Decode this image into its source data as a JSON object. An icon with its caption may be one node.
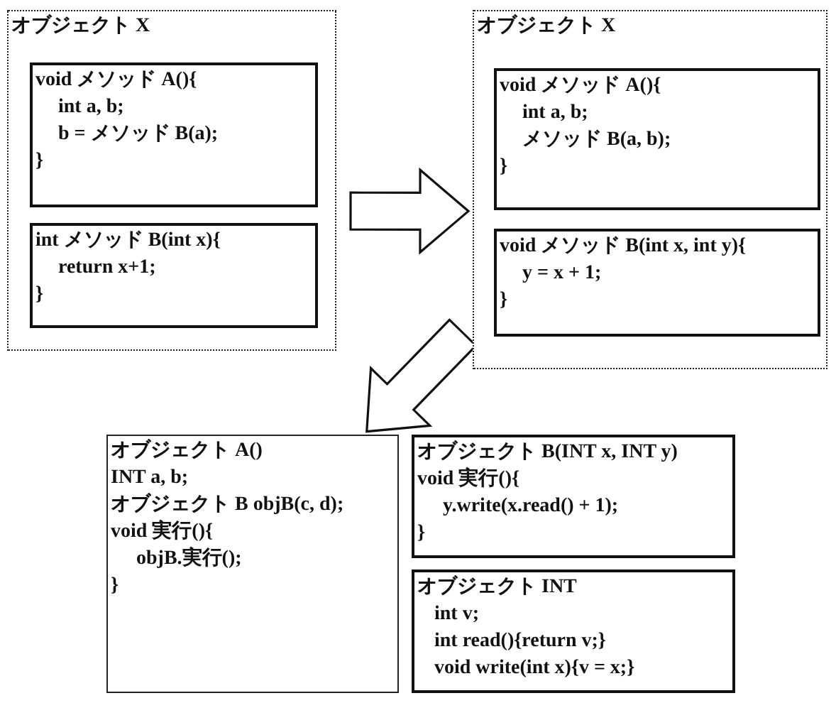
{
  "diagram": {
    "nodes": [
      {
        "text": [
          "オブジェクト X"
        ]
      },
      {
        "text": [
          "void メソッド A(){",
          "int a, b;",
          "b = メソッド B(a);",
          "}"
        ],
        "in": 0
      },
      {
        "text": [
          "int メソッド B(int x){",
          "return x+1;",
          "}"
        ],
        "in": 0
      },
      {
        "text": [
          "オブジェクト X"
        ]
      },
      {
        "text": [
          "void メソッド A(){",
          "int a, b;",
          "メソッド B(a, b);",
          "}"
        ],
        "in": 3
      },
      {
        "text": [
          "void メソッド B(int x, int y){",
          "y = x + 1;",
          "}"
        ],
        "in": 3
      },
      {
        "text": [
          "オブジェクト A()",
          "INT a, b;",
          "オブジェクト B objB(c, d);",
          "void 実行(){",
          "objB.実行();",
          "}"
        ]
      },
      {
        "text": [
          "オブジェクト B(INT x, INT y)",
          "void 実行(){",
          "y.write(x.read() + 1);",
          "}"
        ]
      },
      {
        "text": [
          "オブジェクト INT",
          "int v;",
          "int read(){return v;}",
          "void write(int x){v = x;}"
        ]
      }
    ],
    "edges": [
      {
        "from": 0,
        "to": 3,
        "arrow": "to"
      },
      {
        "from": 3,
        "to": 6,
        "arrow": "to"
      }
    ]
  }
}
